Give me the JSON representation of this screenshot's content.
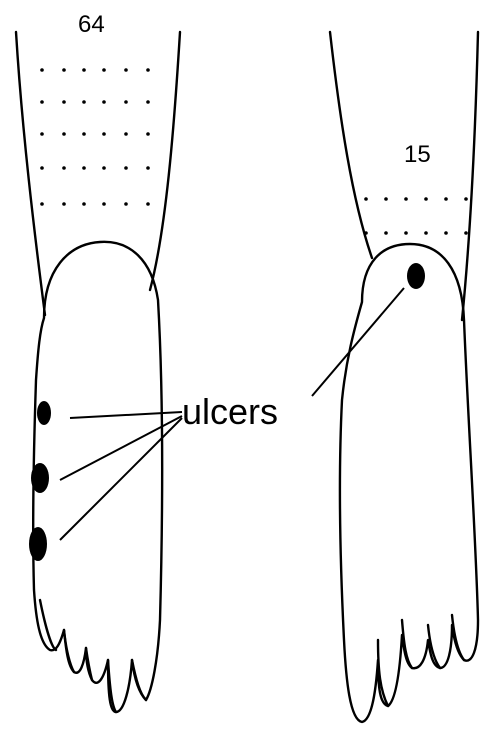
{
  "left_foot": {
    "count_label": "64",
    "ulcer_count": 3
  },
  "right_foot": {
    "count_label": "15",
    "ulcer_count": 1
  },
  "callout": {
    "label": "ulcers"
  }
}
